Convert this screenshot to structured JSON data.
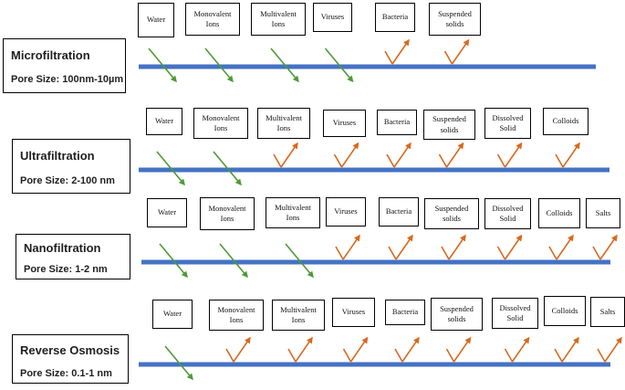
{
  "colors": {
    "membrane": "#4472C4",
    "pass_arrow": "#4E9A36",
    "reject_arrow": "#D9691E"
  },
  "processes": [
    {
      "name": "Microfiltration",
      "pore_size": "Pore Size: 100nm-10µm",
      "items": [
        {
          "label": "Water",
          "passes": true
        },
        {
          "label": "Monovalent Ions",
          "passes": true
        },
        {
          "label": "Multivalent Ions",
          "passes": true
        },
        {
          "label": "Viruses",
          "passes": true
        },
        {
          "label": "Bacteria",
          "passes": false
        },
        {
          "label": "Suspended solids",
          "passes": false
        }
      ]
    },
    {
      "name": "Ultrafiltration",
      "pore_size": "Pore Size: 2-100 nm",
      "items": [
        {
          "label": "Water",
          "passes": true
        },
        {
          "label": "Monovalent Ions",
          "passes": true
        },
        {
          "label": "Multivalent Ions",
          "passes": false
        },
        {
          "label": "Viruses",
          "passes": false
        },
        {
          "label": "Bacteria",
          "passes": false
        },
        {
          "label": "Suspended solids",
          "passes": false
        },
        {
          "label": "Dissolved Solid",
          "passes": false
        },
        {
          "label": "Colloids",
          "passes": false
        }
      ]
    },
    {
      "name": "Nanofiltration",
      "pore_size": "Pore Size: 1-2 nm",
      "items": [
        {
          "label": "Water",
          "passes": true
        },
        {
          "label": "Monovalent Ions",
          "passes": true
        },
        {
          "label": "Multivalent Ions",
          "passes": true
        },
        {
          "label": "Viruses",
          "passes": false
        },
        {
          "label": "Bacteria",
          "passes": false
        },
        {
          "label": "Suspended solids",
          "passes": false
        },
        {
          "label": "Dissolved Solid",
          "passes": false
        },
        {
          "label": "Colloids",
          "passes": false
        },
        {
          "label": "Salts",
          "passes": false
        }
      ]
    },
    {
      "name": "Reverse Osmosis",
      "pore_size": "Pore Size: 0.1-1 nm",
      "items": [
        {
          "label": "Water",
          "passes": true
        },
        {
          "label": "Monovalent Ions",
          "passes": false
        },
        {
          "label": "Multivalent Ions",
          "passes": false
        },
        {
          "label": "Viruses",
          "passes": false
        },
        {
          "label": "Bacteria",
          "passes": false
        },
        {
          "label": "Suspended solids",
          "passes": false
        },
        {
          "label": "Dissolved Solid",
          "passes": false
        },
        {
          "label": "Colloids",
          "passes": false
        },
        {
          "label": "Salts",
          "passes": false
        }
      ]
    }
  ]
}
